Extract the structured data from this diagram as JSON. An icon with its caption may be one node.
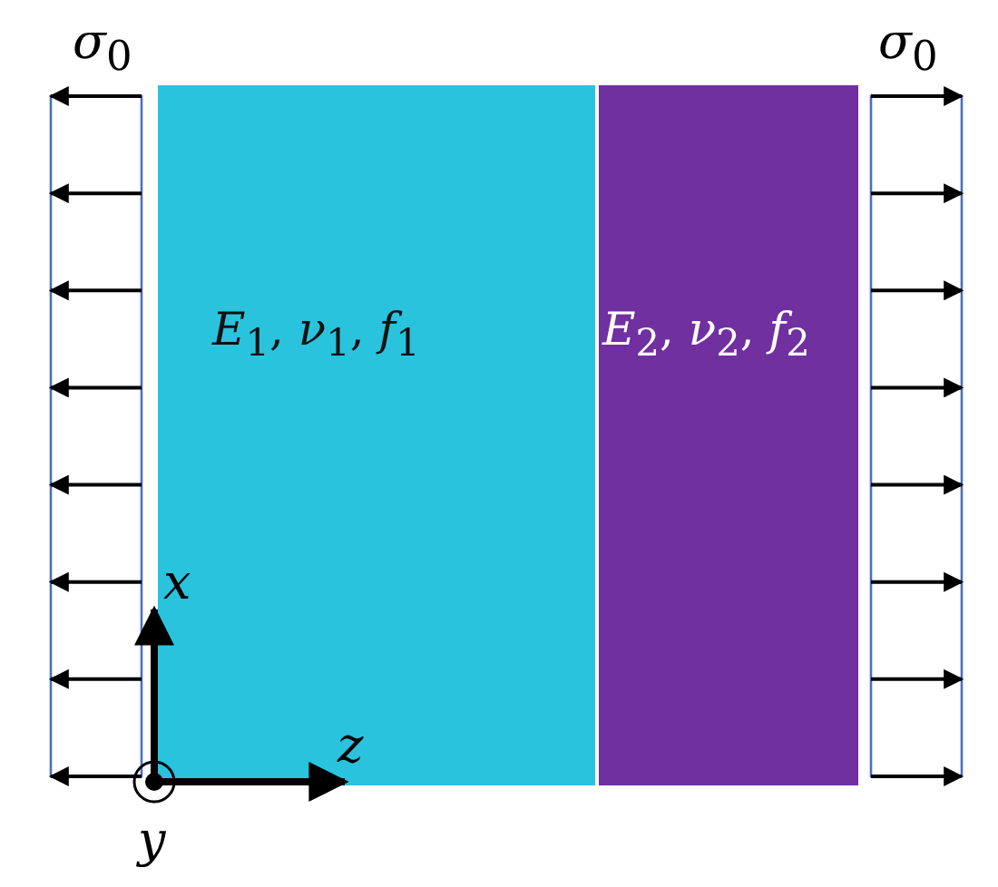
{
  "diagram": {
    "nodes": [
      {
        "text": [
          "*E*$_{1}$, *ν*$_{1}$, *f*$_{1}$"
        ]
      },
      {
        "text": [
          "*E*$_{2}$, *ν*$_{2}$, *f*$_{2}$"
        ]
      }
    ],
    "labels": [
      "*σ*$_{0}$",
      "*σ*$_{0}$",
      "*x*",
      "*z*",
      "*y*"
    ]
  }
}
